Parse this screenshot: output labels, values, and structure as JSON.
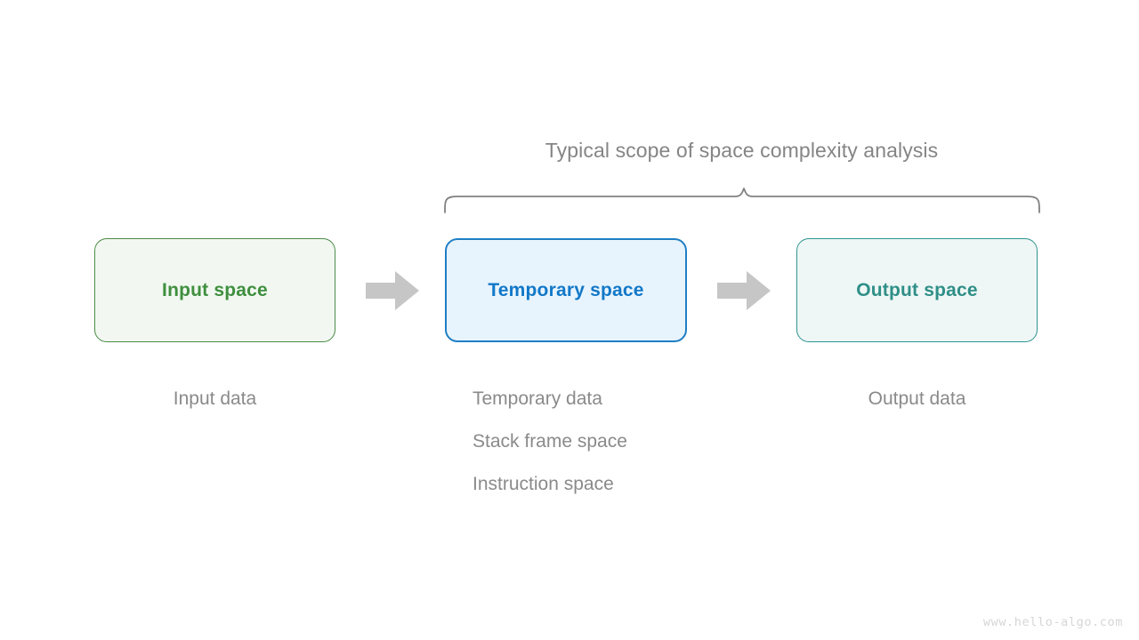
{
  "diagram": {
    "title": "Typical scope of space complexity analysis",
    "watermark": "www.hello-algo.com",
    "colors": {
      "background": "#ffffff",
      "title_text": "#858585",
      "caption_text": "#8a8a8a",
      "brace_stroke": "#808080",
      "arrow_fill": "#c6c6c6",
      "input_border": "#4b8b46",
      "input_fill": "#f2f8f1",
      "input_text": "#3f8f3f",
      "temporary_border": "#1f7fc4",
      "temporary_fill": "#e8f4fd",
      "temporary_text": "#1278c8",
      "output_border": "#2f9491",
      "output_fill": "#eef7f5",
      "output_text": "#2f8f88",
      "watermark_text": "#d6d6d6"
    },
    "stages": [
      {
        "id": "input",
        "box_label": "Input space",
        "captions": [
          "Input data"
        ]
      },
      {
        "id": "temporary",
        "box_label": "Temporary space",
        "captions": [
          "Temporary data",
          "Stack frame space",
          "Instruction space"
        ]
      },
      {
        "id": "output",
        "box_label": "Output space",
        "captions": [
          "Output data"
        ]
      }
    ],
    "connectors": [
      {
        "id": "arrow-input-to-temporary",
        "icon": "right-arrow-icon"
      },
      {
        "id": "arrow-temporary-to-output",
        "icon": "right-arrow-icon"
      }
    ],
    "brace": {
      "icon": "curly-brace-icon",
      "covers": [
        "Temporary space",
        "Output space"
      ]
    }
  }
}
